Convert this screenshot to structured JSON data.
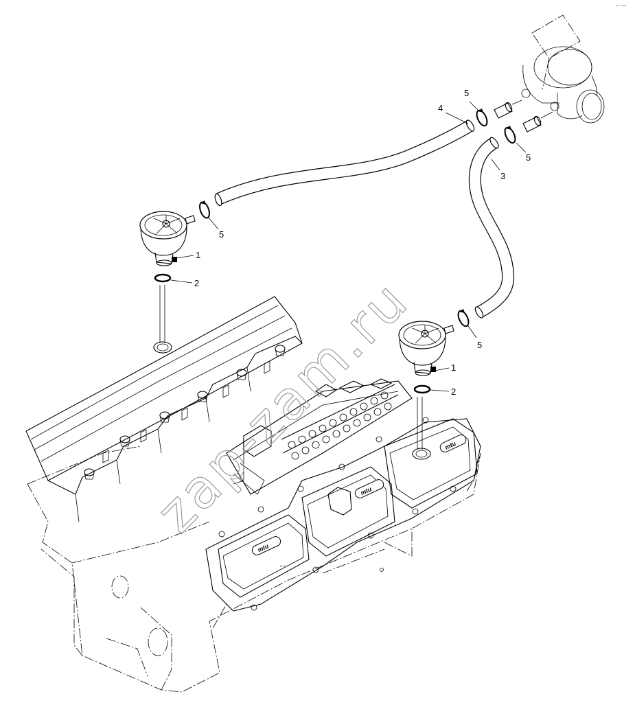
{
  "corner_mark": "p— ooo",
  "watermark": "zap-zam.ru",
  "callouts": {
    "c1a": "1",
    "c2a": "2",
    "c5a": "5",
    "c4": "4",
    "c5b": "5",
    "c5c": "5",
    "c3": "3",
    "c5d": "5",
    "c1b": "1",
    "c2b": "2"
  },
  "valve_logos": [
    "mtu",
    "mtu",
    "mtu"
  ],
  "valve_small_mark": "MTU"
}
